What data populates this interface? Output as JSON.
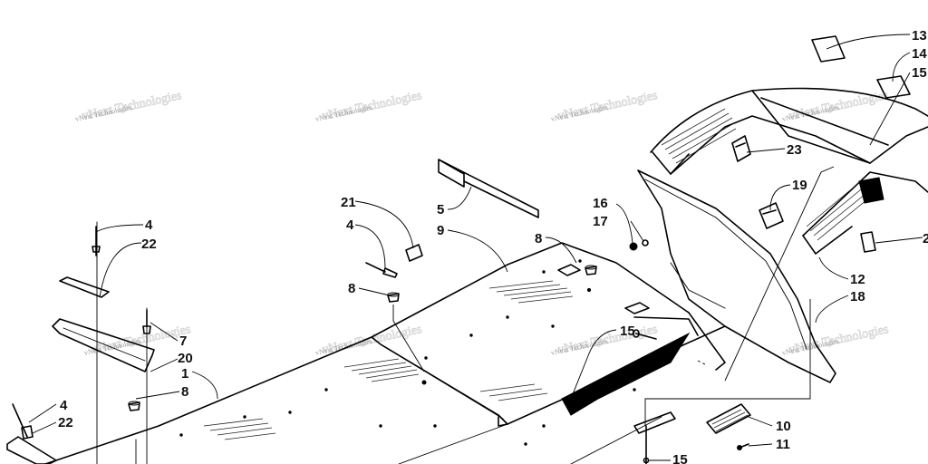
{
  "watermark": "vNext Technologies",
  "callouts": [
    "13",
    "14",
    "15",
    "23",
    "19",
    "16",
    "17",
    "21",
    "5",
    "9",
    "4",
    "22",
    "8",
    "7",
    "20",
    "1",
    "12",
    "18",
    "10",
    "11",
    "2"
  ]
}
